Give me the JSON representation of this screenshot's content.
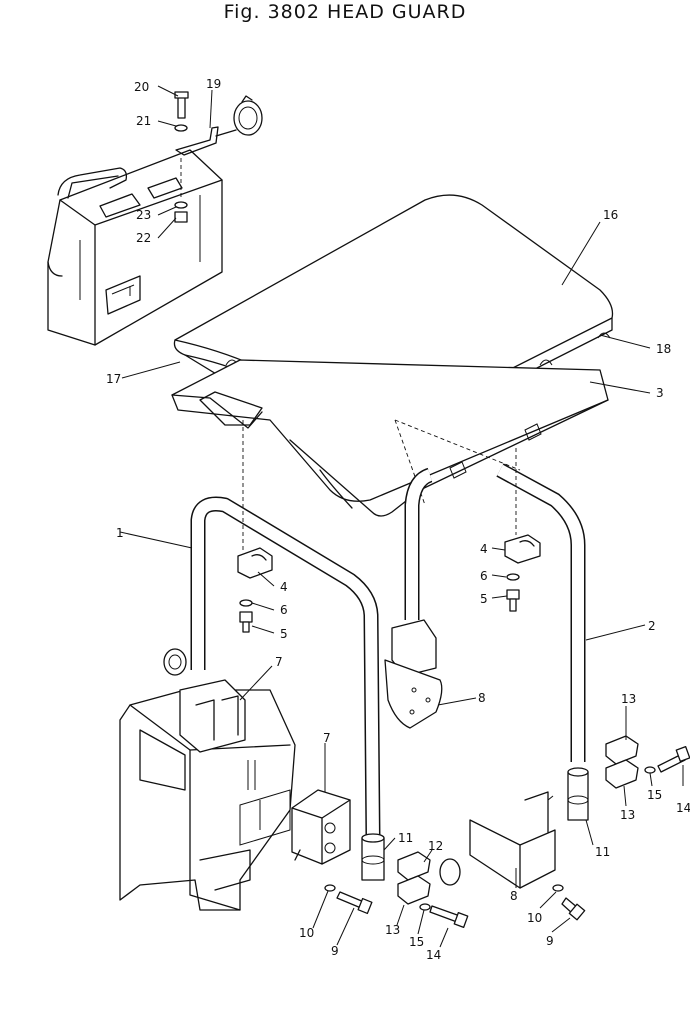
{
  "figure": {
    "title": "Fig. 3802 HEAD GUARD"
  },
  "callouts": {
    "c1": "1",
    "c2": "2",
    "c3": "3",
    "c4a": "4",
    "c4b": "4",
    "c5a": "5",
    "c5b": "5",
    "c6a": "6",
    "c6b": "6",
    "c7a": "7",
    "c7b": "7",
    "c8a": "8",
    "c8b": "8",
    "c9a": "9",
    "c9b": "9",
    "c10a": "10",
    "c10b": "10",
    "c11a": "11",
    "c11b": "11",
    "c12": "12",
    "c13a": "13",
    "c13b": "13",
    "c13c": "13",
    "c14a": "14",
    "c14b": "14",
    "c15a": "15",
    "c15b": "15",
    "c16": "16",
    "c17": "17",
    "c18": "18",
    "c19": "19",
    "c20": "20",
    "c21": "21",
    "c22": "22",
    "c23": "23"
  }
}
